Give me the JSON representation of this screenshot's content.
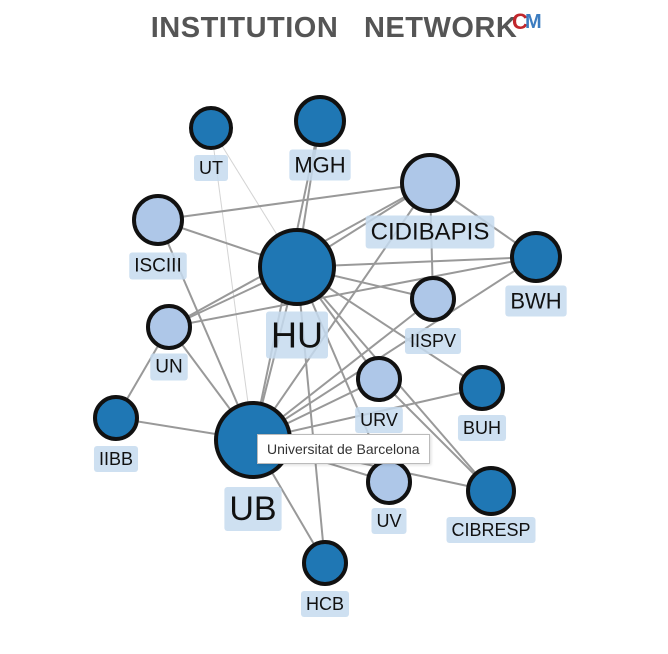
{
  "title": "INSTITUTION   NETWORK",
  "logo": {
    "letter1": "C",
    "letter2": "M"
  },
  "colors": {
    "dark_node": "#1f77b4",
    "light_node": "#aec7e8",
    "edge": "#999999",
    "label_bg": "#c6daee"
  },
  "tooltip": "Universitat de Barcelona",
  "nodes": [
    {
      "id": "UT",
      "label": "UT",
      "shade": "dark"
    },
    {
      "id": "MGH",
      "label": "MGH",
      "shade": "dark"
    },
    {
      "id": "CIDIBAPIS",
      "label": "CIDIBAPIS",
      "shade": "light"
    },
    {
      "id": "ISCIII",
      "label": "ISCIII",
      "shade": "light"
    },
    {
      "id": "HU",
      "label": "HU",
      "shade": "dark"
    },
    {
      "id": "BWH",
      "label": "BWH",
      "shade": "dark"
    },
    {
      "id": "IISPV",
      "label": "IISPV",
      "shade": "light"
    },
    {
      "id": "UN",
      "label": "UN",
      "shade": "light"
    },
    {
      "id": "URV",
      "label": "URV",
      "shade": "light"
    },
    {
      "id": "BUH",
      "label": "BUH",
      "shade": "dark"
    },
    {
      "id": "IIBB",
      "label": "IIBB",
      "shade": "dark"
    },
    {
      "id": "UB",
      "label": "UB",
      "shade": "dark"
    },
    {
      "id": "UV",
      "label": "UV",
      "shade": "light"
    },
    {
      "id": "CIBRESP",
      "label": "CIBRESP",
      "shade": "dark"
    },
    {
      "id": "HCB",
      "label": "HCB",
      "shade": "dark"
    }
  ],
  "edges": [
    [
      "HU",
      "MGH"
    ],
    [
      "HU",
      "CIDIBAPIS"
    ],
    [
      "HU",
      "ISCIII"
    ],
    [
      "HU",
      "BWH"
    ],
    [
      "HU",
      "IISPV"
    ],
    [
      "HU",
      "UN"
    ],
    [
      "HU",
      "URV"
    ],
    [
      "HU",
      "UB"
    ],
    [
      "HU",
      "UV"
    ],
    [
      "HU",
      "HCB"
    ],
    [
      "HU",
      "CIBRESP"
    ],
    [
      "HU",
      "BUH"
    ],
    [
      "UB",
      "MGH"
    ],
    [
      "UB",
      "CIDIBAPIS"
    ],
    [
      "UB",
      "ISCIII"
    ],
    [
      "UB",
      "BWH"
    ],
    [
      "UB",
      "IISPV"
    ],
    [
      "UB",
      "UN"
    ],
    [
      "UB",
      "URV"
    ],
    [
      "UB",
      "BUH"
    ],
    [
      "UB",
      "IIBB"
    ],
    [
      "UB",
      "UV"
    ],
    [
      "UB",
      "CIBRESP"
    ],
    [
      "UB",
      "HCB"
    ],
    [
      "CIDIBAPIS",
      "ISCIII"
    ],
    [
      "CIDIBAPIS",
      "UN"
    ],
    [
      "CIDIBAPIS",
      "BWH"
    ],
    [
      "CIDIBAPIS",
      "IISPV"
    ],
    [
      "UN",
      "BWH"
    ],
    [
      "URV",
      "CIBRESP"
    ],
    [
      "IIBB",
      "UN"
    ]
  ],
  "faint_edges": [
    [
      "UT",
      "UB"
    ],
    [
      "UT",
      "HU"
    ]
  ]
}
